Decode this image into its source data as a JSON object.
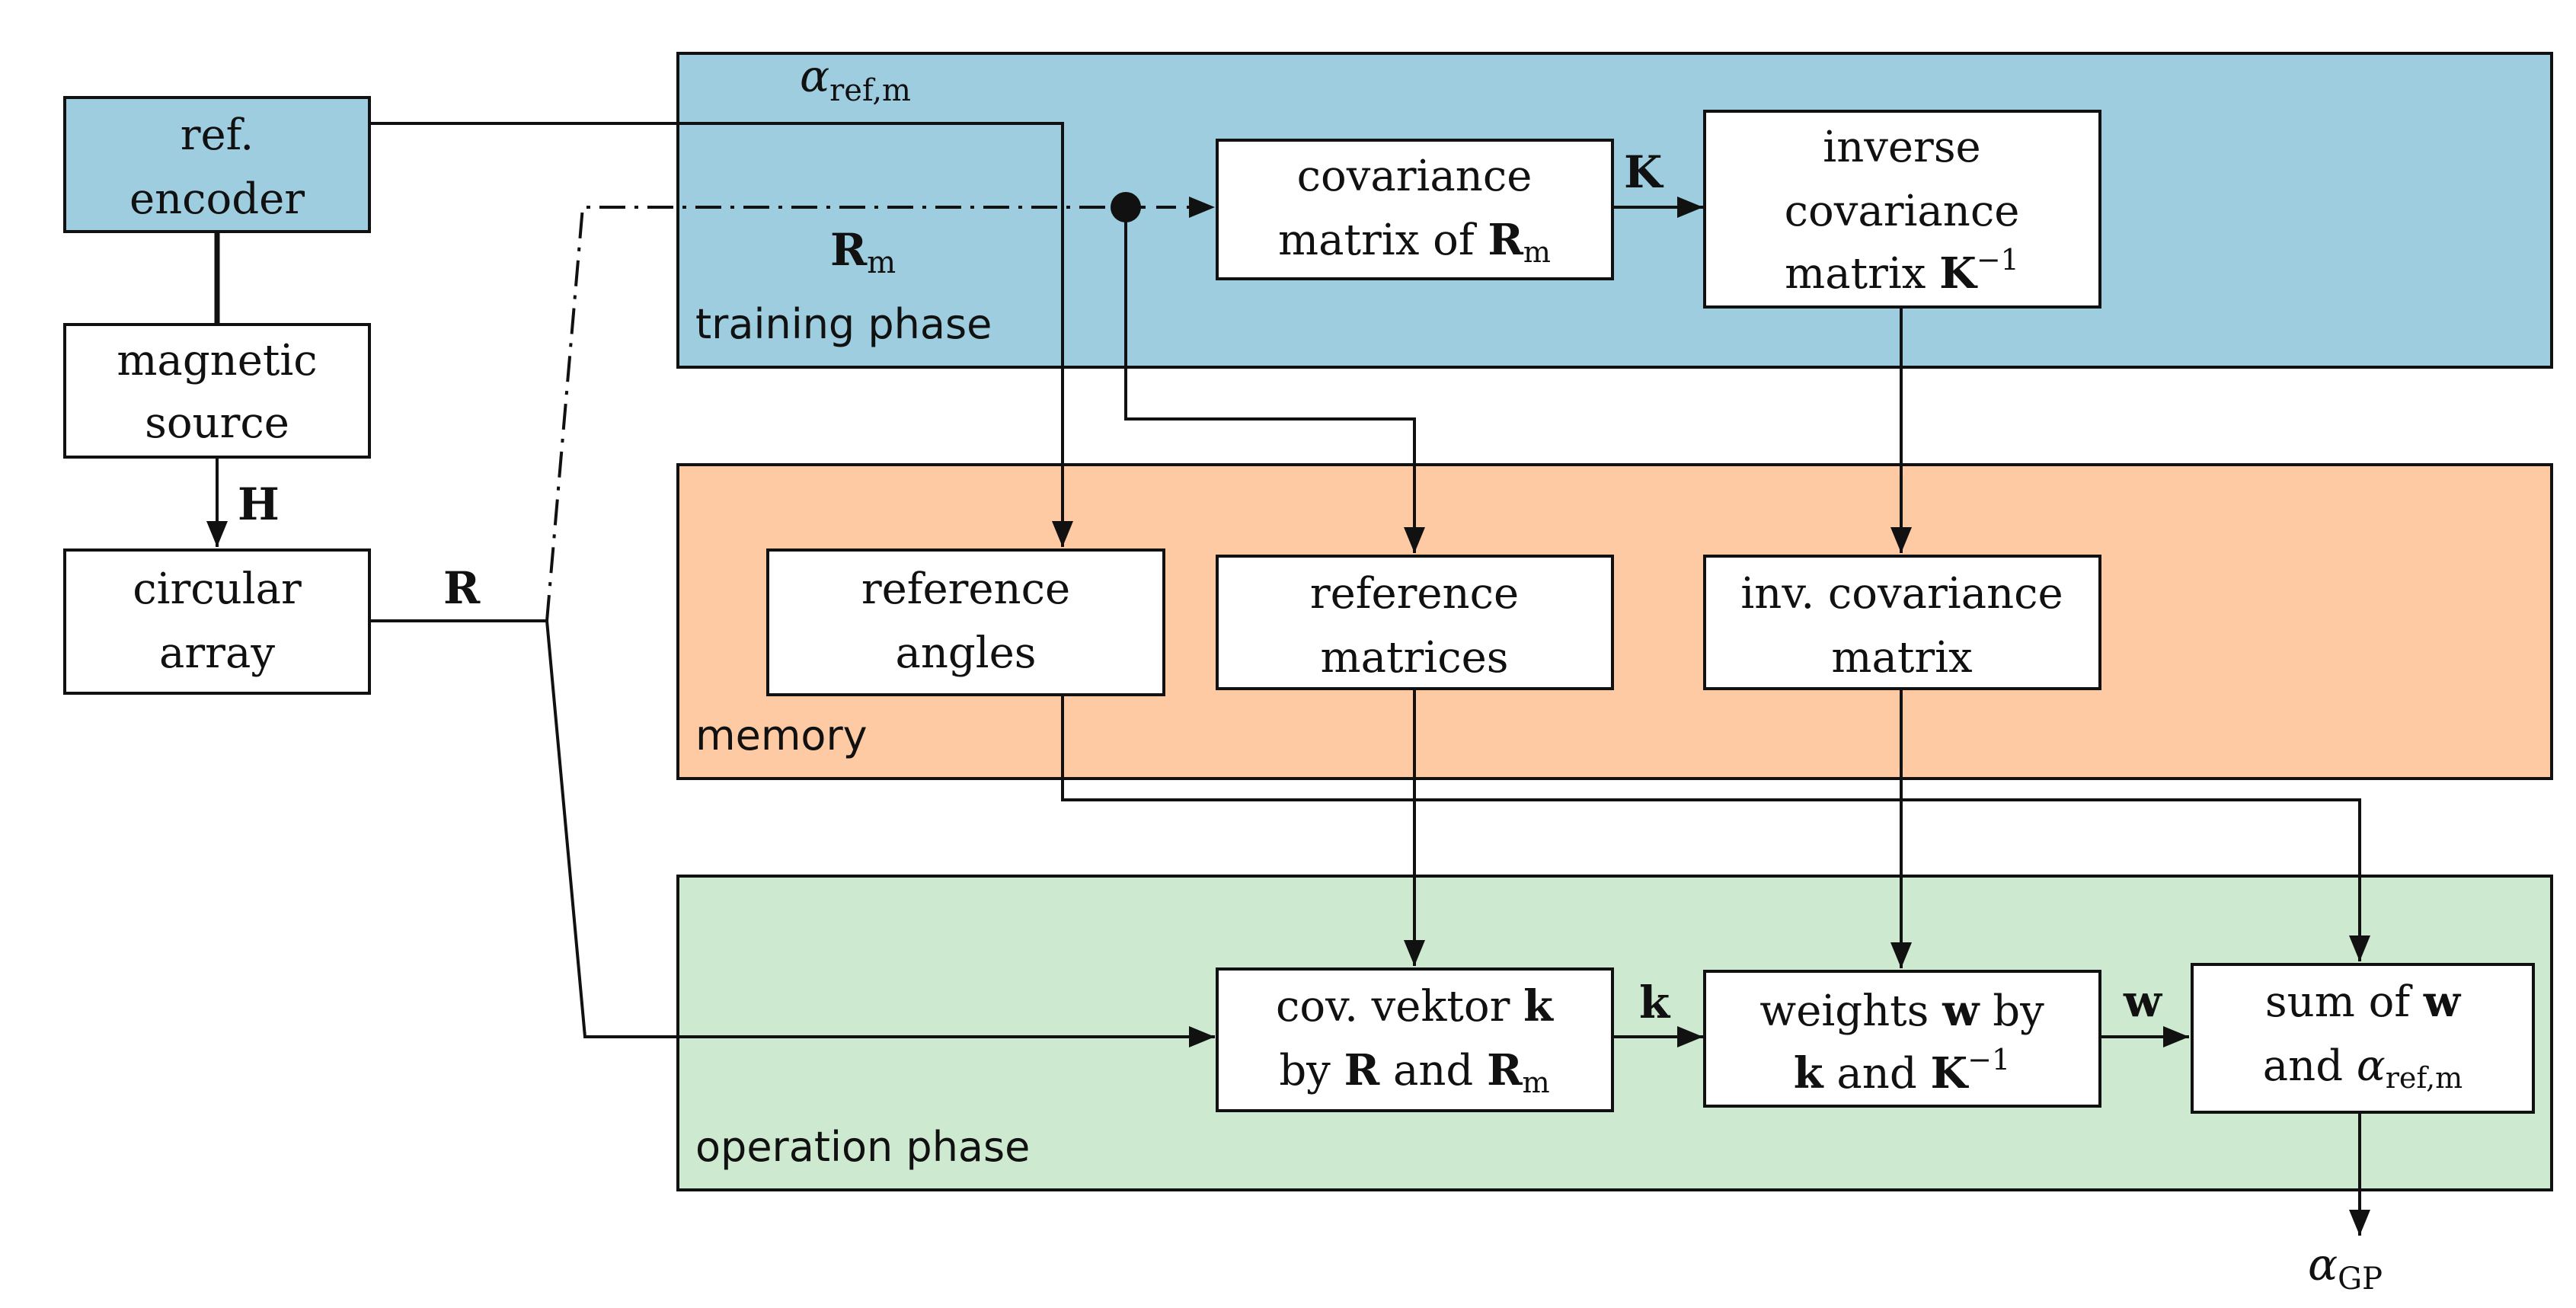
{
  "colors": {
    "training": "#9ecde0",
    "memory": "#fdcaa3",
    "operation": "#cde9cf",
    "encoder": "#9ecde0",
    "stroke": "#111111"
  },
  "regions": {
    "training_label": "training phase",
    "memory_label": "memory",
    "operation_label": "operation phase"
  },
  "boxes": {
    "ref_encoder": [
      "ref.",
      "encoder"
    ],
    "magnetic_source": [
      "magnetic",
      "source"
    ],
    "circular_array": [
      "circular",
      "array"
    ],
    "cov_matrix": {
      "line1": "covariance",
      "line2_prefix": "matrix of ",
      "line2_sym": "R",
      "line2_sub": "m"
    },
    "inv_cov": {
      "line1": "inverse",
      "line2": "covariance",
      "line3_prefix": "matrix ",
      "line3_sym": "K",
      "line3_sup": "−1"
    },
    "ref_angles": [
      "reference",
      "angles"
    ],
    "ref_matrices": [
      "reference",
      "matrices"
    ],
    "inv_cov_memory": [
      "inv. covariance",
      "matrix"
    ],
    "cov_vektor": {
      "line1_prefix": "cov. vektor ",
      "line1_sym": "k",
      "line2_prefix": "by ",
      "line2_sym1": "R",
      "line2_mid": " and ",
      "line2_sym2": "R",
      "line2_sub": "m"
    },
    "weights": {
      "line1_prefix": "weights ",
      "line1_sym": "w",
      "line1_suffix": " by",
      "line2_sym1": "k",
      "line2_mid": " and ",
      "line2_sym2": "K",
      "line2_sup": "−1"
    },
    "sum": {
      "line1_prefix": "sum of ",
      "line1_sym": "w",
      "line2_prefix": "and ",
      "line2_sym": "α",
      "line2_sub": "ref,m"
    }
  },
  "edge_labels": {
    "H": "H",
    "R": "R",
    "Rm_sym": "R",
    "Rm_sub": "m",
    "K": "K",
    "k": "k",
    "w": "w",
    "alpha_ref_sym": "α",
    "alpha_ref_sub": "ref,m",
    "alpha_gp_sym": "α",
    "alpha_gp_sub": "GP"
  }
}
